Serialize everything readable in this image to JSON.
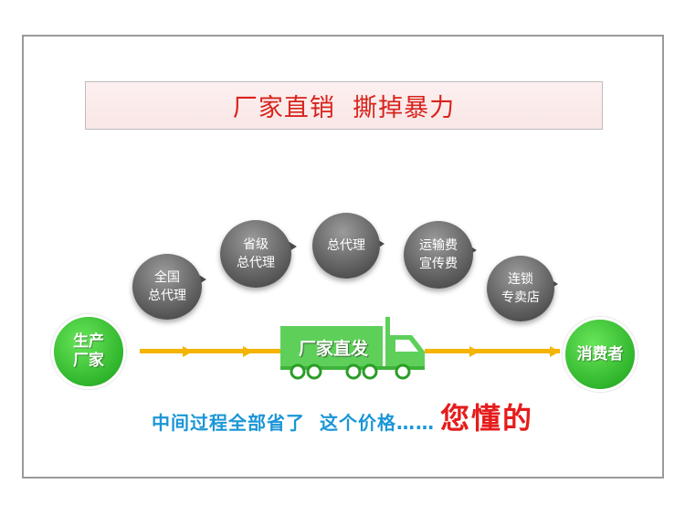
{
  "title": "厂家直销  撕掉暴力",
  "producer": {
    "label": "生产\n厂家"
  },
  "consumer": {
    "label": "消费者"
  },
  "middlemen": [
    {
      "label": "全国\n总代理"
    },
    {
      "label": "省级\n总代理"
    },
    {
      "label": "总代理"
    },
    {
      "label": "运输费\n宣传费"
    },
    {
      "label": "连锁\n专卖店"
    }
  ],
  "truck": {
    "label": "厂家直发"
  },
  "slogan": {
    "main": "中间过程全部省了  这个价格……",
    "emphasis": "您懂的"
  },
  "colors": {
    "accent_red": "#d8231c",
    "green": "#30b52c",
    "arrow_yellow": "#f4b400",
    "slogan_blue": "#1a96d6",
    "emphasis_red": "#e51c1c"
  }
}
